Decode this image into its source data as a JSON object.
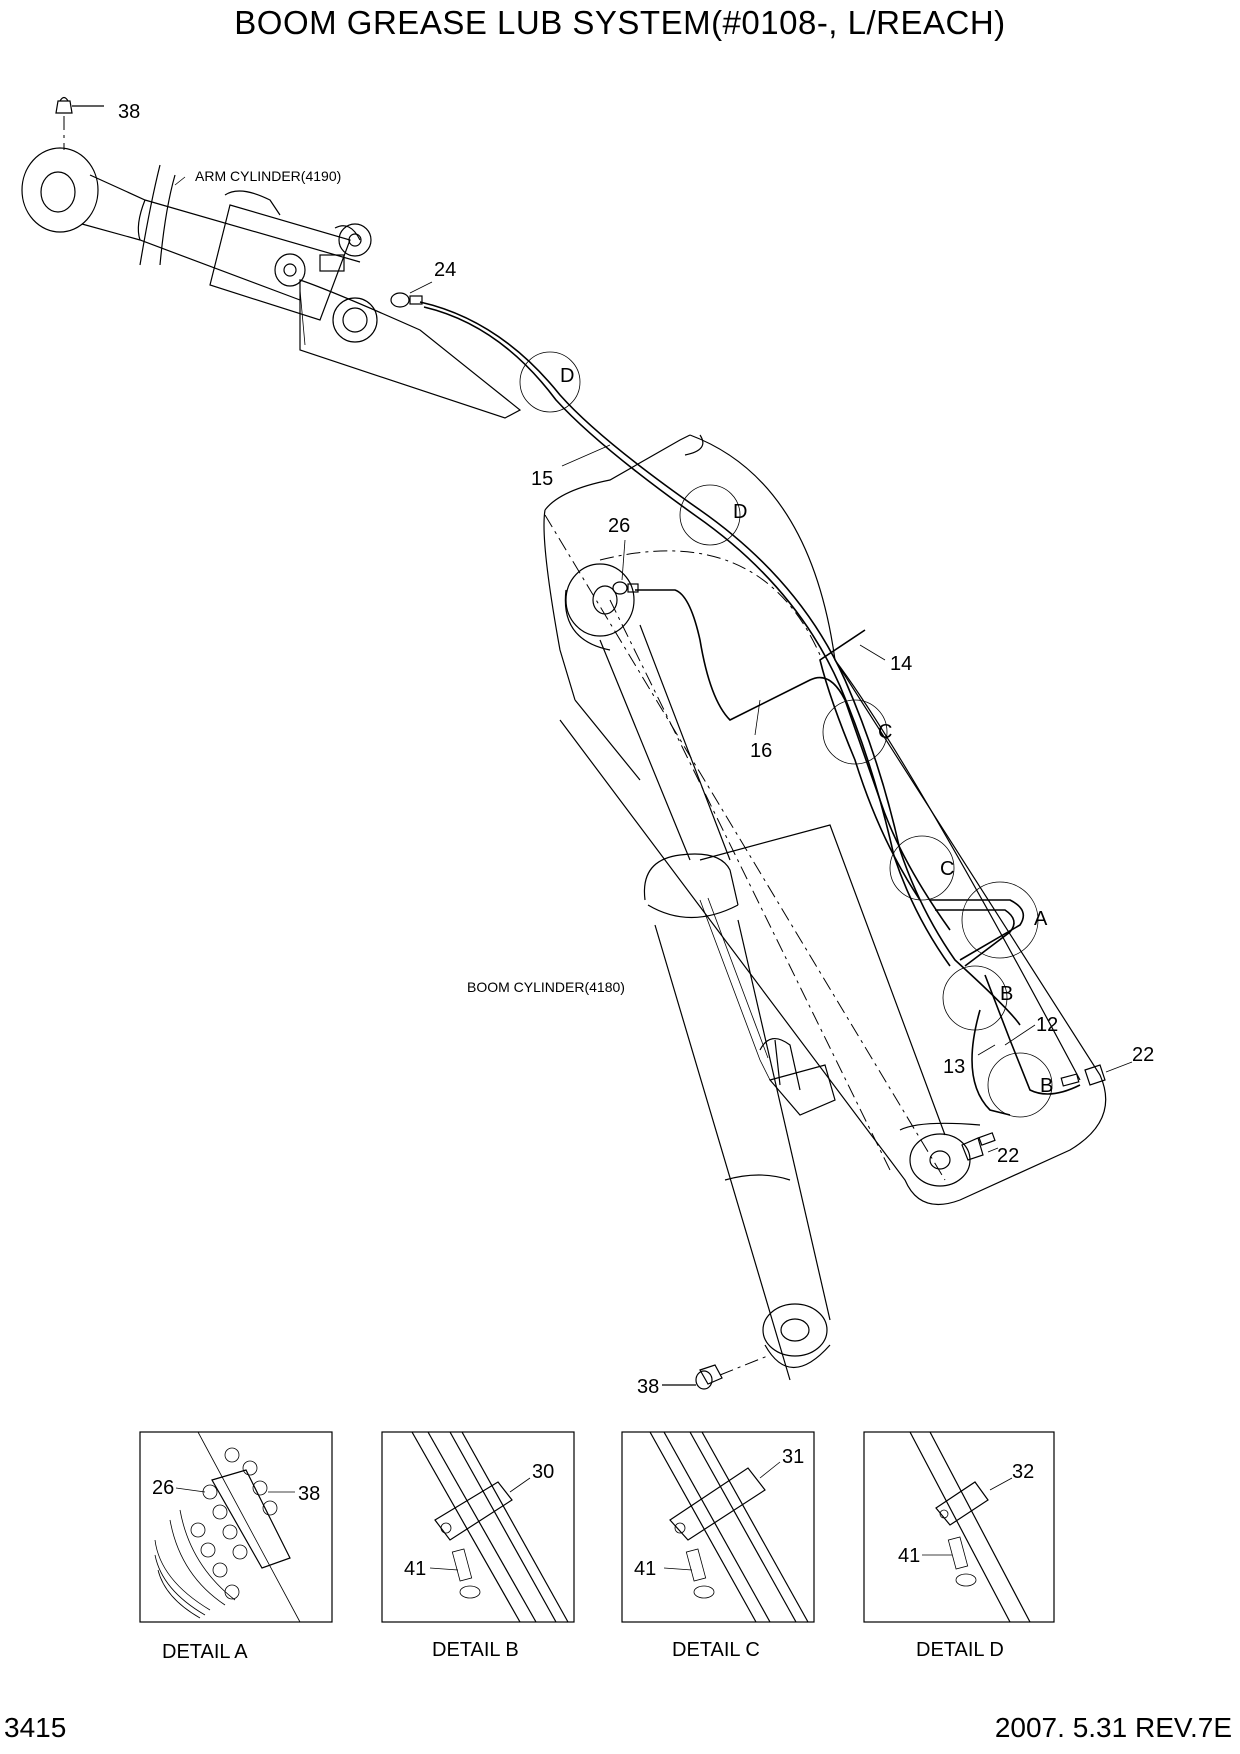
{
  "page": {
    "title": "BOOM GREASE LUB SYSTEM(#0108-, L/REACH)",
    "page_number": "3415",
    "revision": "2007. 5.31 REV.7E"
  },
  "labels": {
    "arm_cylinder": "ARM CYLINDER(4190)",
    "boom_cylinder": "BOOM CYLINDER(4180)"
  },
  "callouts": {
    "c38_top": "38",
    "c24": "24",
    "c15": "15",
    "c26": "26",
    "c14": "14",
    "c16": "16",
    "c12": "12",
    "c13": "13",
    "c22_right": "22",
    "c22_bottom": "22",
    "c38_bottom": "38"
  },
  "detail_markers": {
    "d1": "D",
    "d2": "D",
    "c1": "C",
    "c2": "C",
    "a": "A",
    "b1": "B",
    "b2": "B"
  },
  "details": [
    {
      "title": "DETAIL A",
      "callouts": [
        "26",
        "38"
      ]
    },
    {
      "title": "DETAIL B",
      "callouts": [
        "30",
        "41"
      ]
    },
    {
      "title": "DETAIL C",
      "callouts": [
        "31",
        "41"
      ]
    },
    {
      "title": "DETAIL D",
      "callouts": [
        "32",
        "41"
      ]
    }
  ]
}
